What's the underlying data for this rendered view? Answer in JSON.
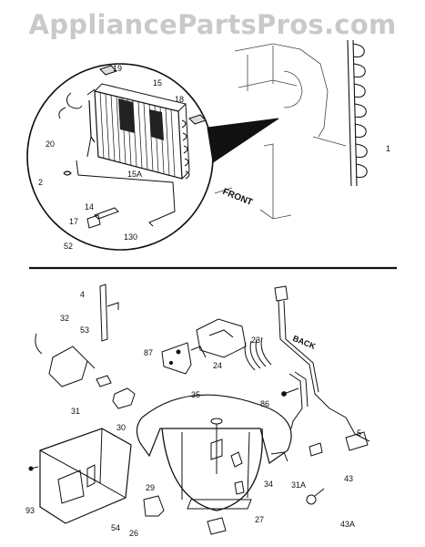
{
  "watermark": "AppliancePartsPros.com",
  "direction_labels": {
    "front": "FRONT",
    "back": "BACK"
  },
  "callouts": {
    "p19": "19",
    "p15": "15",
    "p18": "18",
    "p20": "20",
    "p2": "2",
    "p15a": "15A",
    "p14": "14",
    "p17": "17",
    "p130": "130",
    "p52": "52",
    "p1": "1",
    "p4": "4",
    "p32": "32",
    "p53": "53",
    "p87": "87",
    "p24": "24",
    "p23": "23",
    "p31": "31",
    "p35": "35",
    "p86": "86",
    "p30": "30",
    "p5": "5",
    "p93": "93",
    "p29": "29",
    "p34": "34",
    "p31a": "31A",
    "p43": "43",
    "p54": "54",
    "p26": "26",
    "p27": "27",
    "p43a": "43A"
  }
}
